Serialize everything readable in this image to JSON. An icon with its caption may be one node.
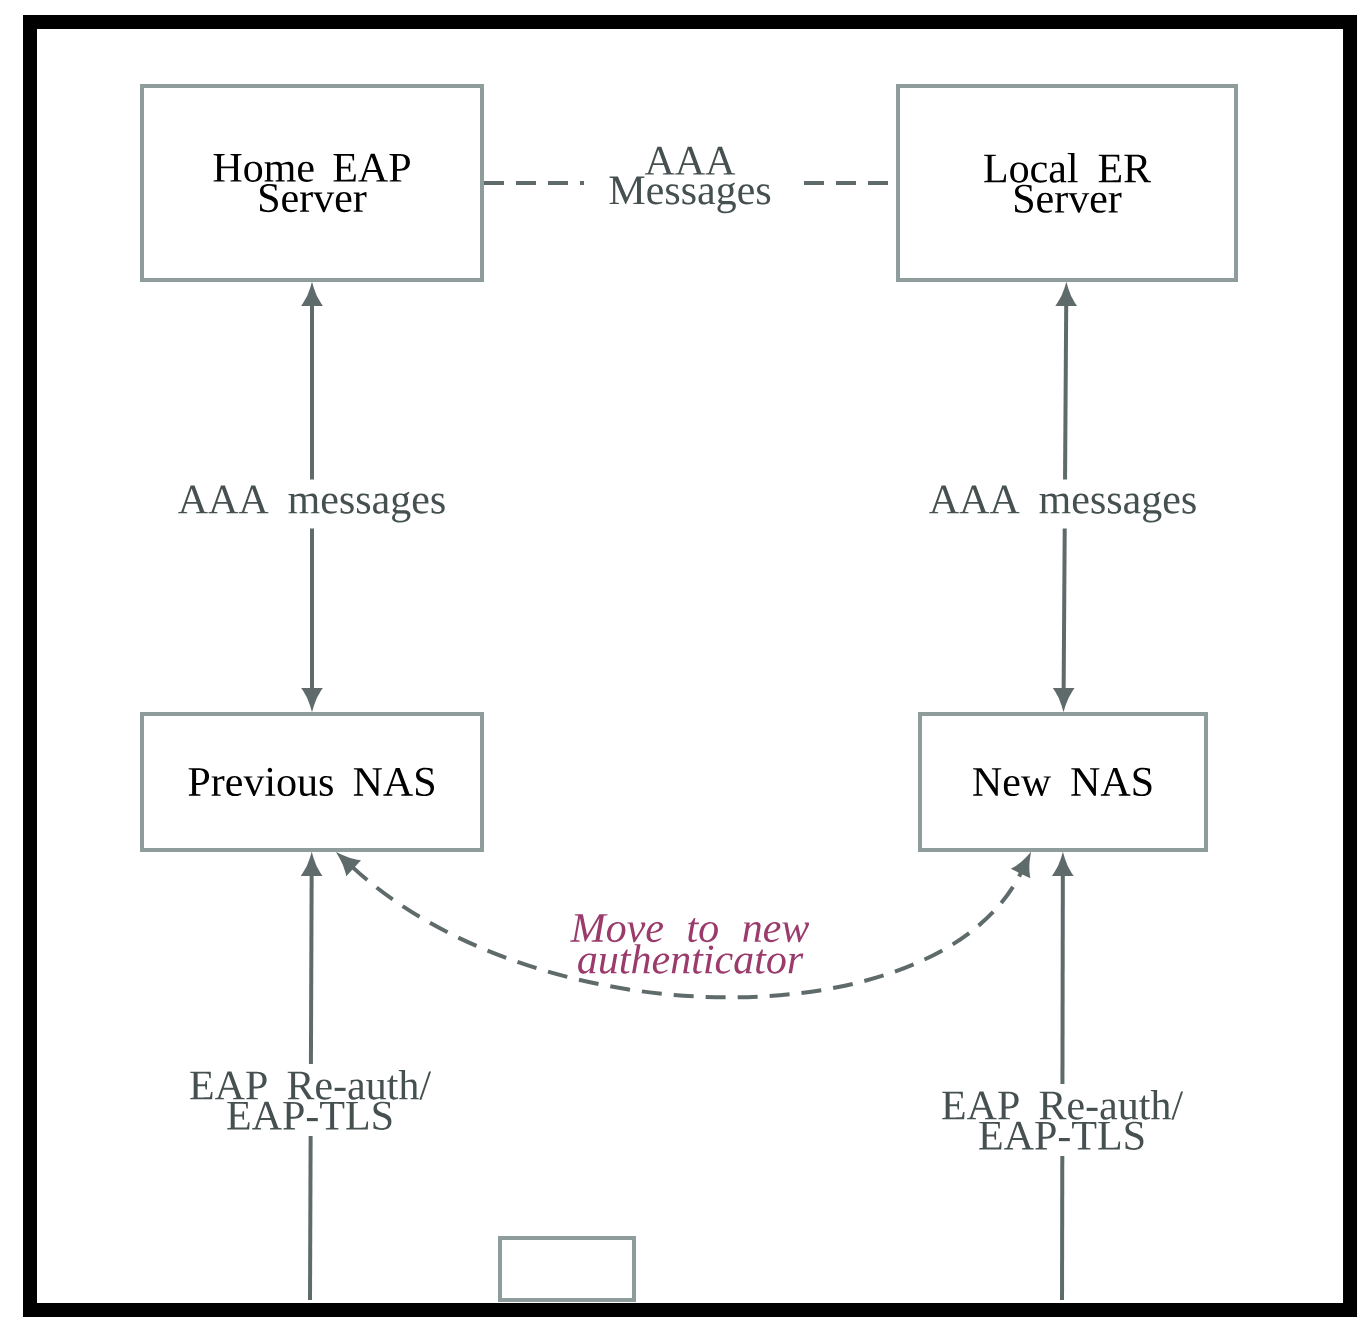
{
  "diagram": {
    "nodes": [
      {
        "text": [
          "Home EAP Server"
        ]
      },
      {
        "text": [
          "Local ER Server"
        ]
      },
      {
        "text": [
          "Previous NAS"
        ]
      },
      {
        "text": [
          "New NAS"
        ]
      },
      {
        "text": [],
        "shape": "box"
      }
    ],
    "edges": [
      {
        "from": 0,
        "to": 1,
        "arrow": "none",
        "style": "dashed",
        "label": "AAA Messages"
      },
      {
        "from": 2,
        "to": 0,
        "arrow": "both",
        "label": "AAA messages"
      },
      {
        "from": 3,
        "to": 1,
        "arrow": "both",
        "label": "AAA messages"
      },
      {
        "from": 2,
        "to": 3,
        "arrow": "both",
        "style": "dashed",
        "label": "Move to new authenticator"
      },
      {
        "from": null,
        "to": 2,
        "arrow": "to",
        "label": "EAP Re-auth/ EAP-TLS"
      },
      {
        "from": null,
        "to": 3,
        "arrow": "to",
        "label": "EAP Re-auth/ EAP-TLS"
      }
    ]
  }
}
